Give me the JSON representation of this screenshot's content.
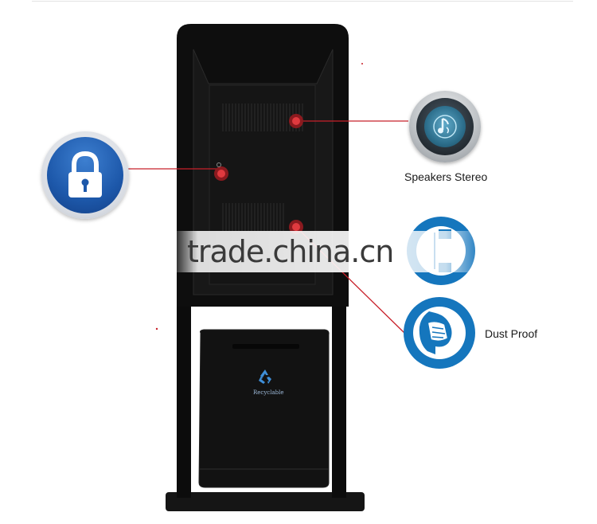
{
  "labels": {
    "speakers": "Speakers Stereo",
    "dust_proof": "Dust Proof",
    "recycle": "Recyclable"
  },
  "watermark": {
    "text": "trade.china.cn"
  },
  "icons": {
    "lock": "lock-icon",
    "speaker": "speaker-icon",
    "dust": "dust-mask-icon",
    "recycle": "recycle-icon"
  },
  "colors": {
    "kiosk_body": "#111111",
    "callout_line": "#c8202a",
    "badge_blue": "#1565b0",
    "badge_red": "#d8222e"
  }
}
